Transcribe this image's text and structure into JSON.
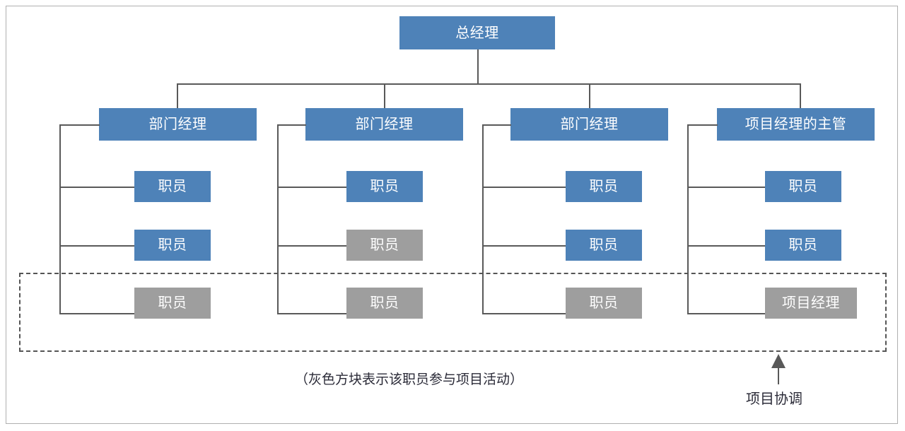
{
  "diagram": {
    "type": "organization-chart",
    "title_node": {
      "label": "总经理"
    },
    "colors": {
      "node_blue": "#4e82b8",
      "node_gray": "#9e9e9e",
      "connector": "#595959",
      "frame": "#b0b0b0",
      "text_on_node": "#ffffff",
      "caption_text": "#2b2b38"
    },
    "columns": [
      {
        "id": "col-1",
        "head": {
          "label": "部门经理",
          "color": "blue"
        },
        "children": [
          {
            "label": "职员",
            "color": "blue"
          },
          {
            "label": "职员",
            "color": "blue"
          },
          {
            "label": "职员",
            "color": "gray"
          }
        ]
      },
      {
        "id": "col-2",
        "head": {
          "label": "部门经理",
          "color": "blue"
        },
        "children": [
          {
            "label": "职员",
            "color": "blue"
          },
          {
            "label": "职员",
            "color": "gray"
          },
          {
            "label": "职员",
            "color": "gray"
          }
        ]
      },
      {
        "id": "col-3",
        "head": {
          "label": "部门经理",
          "color": "blue"
        },
        "children": [
          {
            "label": "职员",
            "color": "blue"
          },
          {
            "label": "职员",
            "color": "blue"
          },
          {
            "label": "职员",
            "color": "gray"
          }
        ]
      },
      {
        "id": "col-4",
        "head": {
          "label": "项目经理的主管",
          "color": "blue"
        },
        "children": [
          {
            "label": "职员",
            "color": "blue"
          },
          {
            "label": "职员",
            "color": "blue"
          },
          {
            "label": "项目经理",
            "color": "gray"
          }
        ]
      }
    ],
    "legend_caption": "（灰色方块表示该职员参与项目活动）",
    "annotation": {
      "label": "项目协调",
      "icon": "up-arrow-icon"
    }
  }
}
